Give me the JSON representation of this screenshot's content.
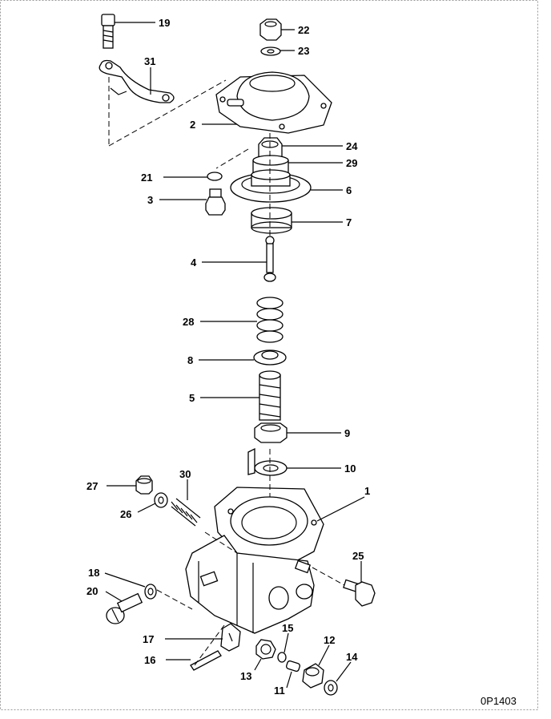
{
  "diagram": {
    "drawing_code": "0P1403",
    "callouts": {
      "c1": "1",
      "c2": "2",
      "c3": "3",
      "c4": "4",
      "c5": "5",
      "c6": "6",
      "c7": "7",
      "c8": "8",
      "c9": "9",
      "c10": "10",
      "c11": "11",
      "c12": "12",
      "c13": "13",
      "c14": "14",
      "c15": "15",
      "c16": "16",
      "c17": "17",
      "c18": "18",
      "c19": "19",
      "c20": "20",
      "c21": "21",
      "c22": "22",
      "c23": "23",
      "c24": "24",
      "c25": "25",
      "c26": "26",
      "c27": "27",
      "c28": "28",
      "c29": "29",
      "c30": "30",
      "c31": "31"
    }
  }
}
